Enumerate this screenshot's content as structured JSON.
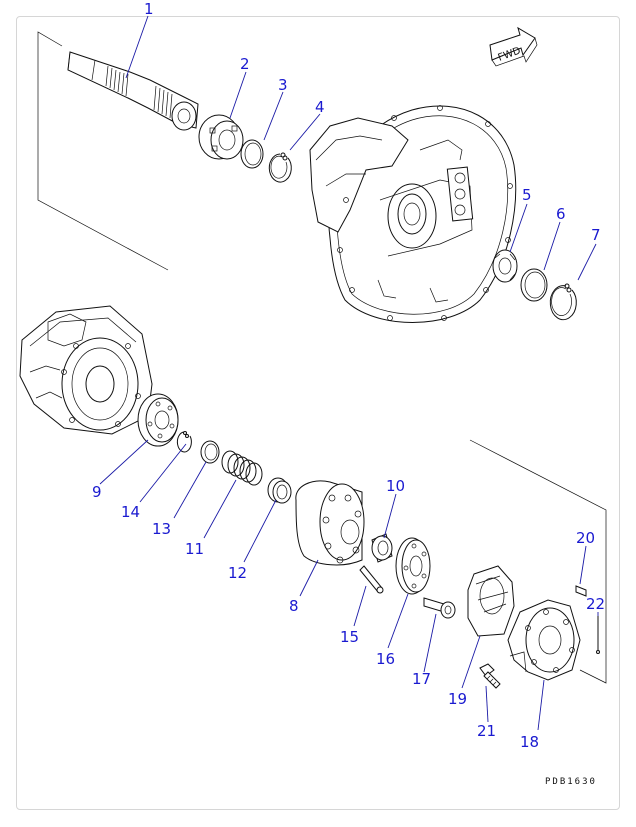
{
  "diagram": {
    "fwd_label": "FWD",
    "drawing_code": "PDB1630",
    "callouts": [
      "1",
      "2",
      "3",
      "4",
      "5",
      "6",
      "7",
      "8",
      "9",
      "10",
      "11",
      "12",
      "13",
      "14",
      "15",
      "16",
      "17",
      "18",
      "19",
      "20",
      "21",
      "22"
    ],
    "colors": {
      "callout": "#1a1ad0",
      "lines": "#111111"
    }
  }
}
